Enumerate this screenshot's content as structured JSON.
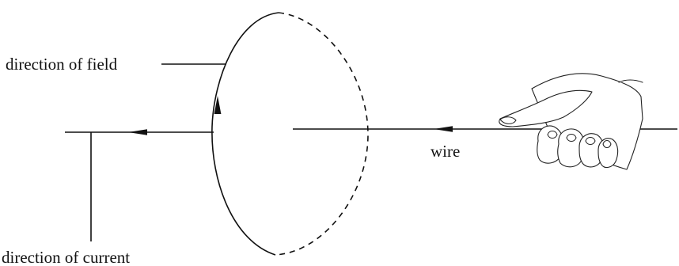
{
  "diagram": {
    "labels": {
      "field": "direction of field",
      "current": "direction of current",
      "wire": "wire"
    },
    "icons": {
      "hand": "right-hand-grip-icon",
      "current_arrow": "arrowhead-left-icon",
      "field_arrow": "arrowhead-up-icon"
    },
    "colors": {
      "ink": "#111111",
      "background": "#ffffff"
    }
  }
}
